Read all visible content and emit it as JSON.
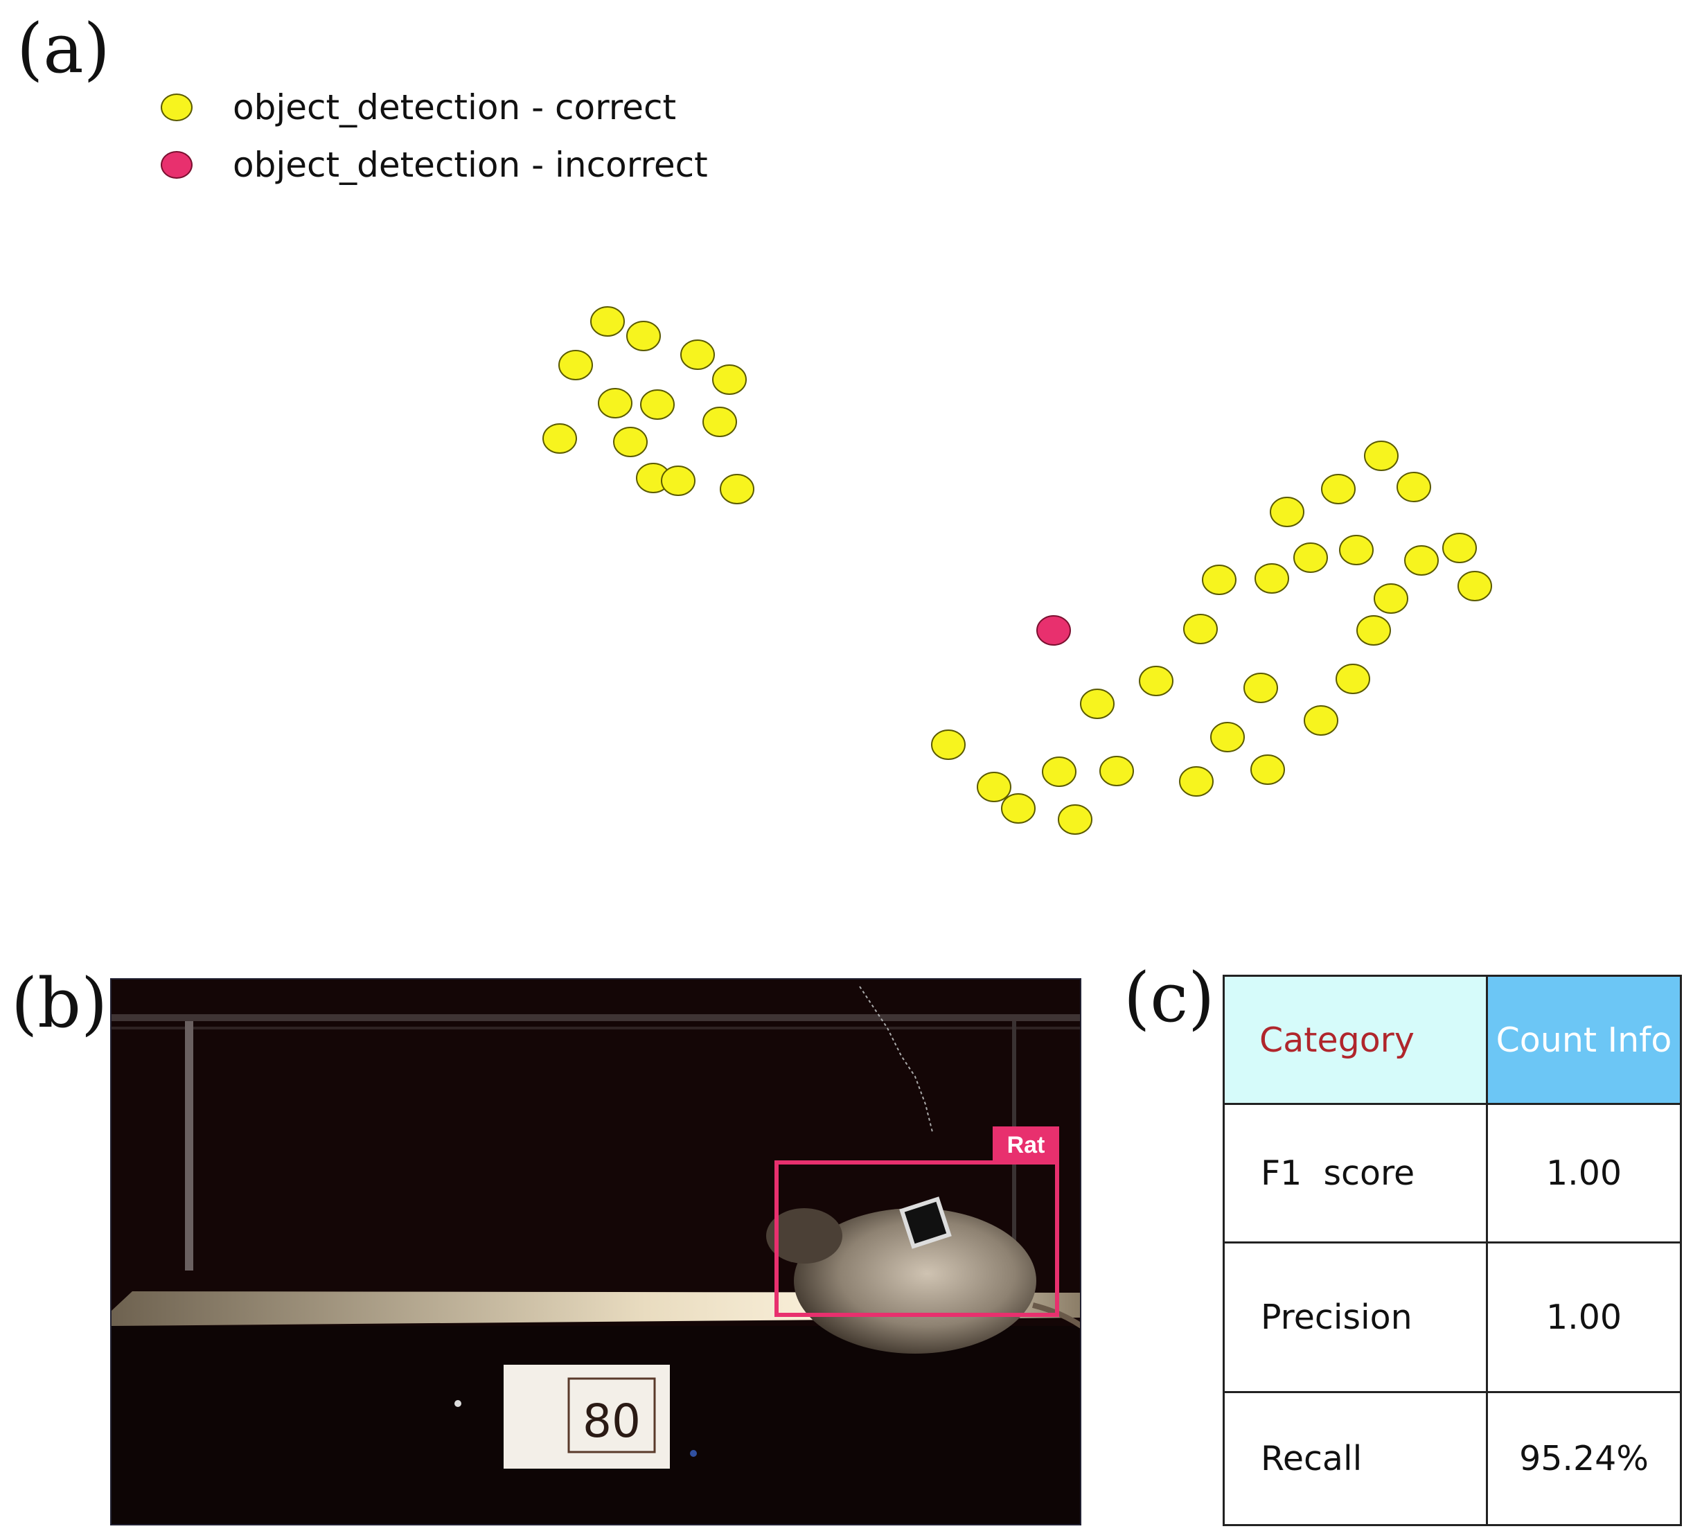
{
  "panels": {
    "a": "(a)",
    "b": "(b)",
    "c": "(c)"
  },
  "legend": [
    {
      "label": "object_detection - correct",
      "color": "#f7f41e"
    },
    {
      "label": "object_detection - incorrect",
      "color": "#e8306e"
    }
  ],
  "chart_data": {
    "type": "scatter",
    "title": "",
    "xlabel": "",
    "ylabel": "",
    "grid": false,
    "legend_position": "top-left",
    "series": [
      {
        "name": "object_detection - correct",
        "color": "#f7f41e",
        "points": [
          [
            877,
            464
          ],
          [
            929,
            485
          ],
          [
            831,
            527
          ],
          [
            1007,
            512
          ],
          [
            1053,
            548
          ],
          [
            888,
            582
          ],
          [
            949,
            584
          ],
          [
            1039,
            609
          ],
          [
            808,
            633
          ],
          [
            910,
            638
          ],
          [
            943,
            690
          ],
          [
            979,
            694
          ],
          [
            1064,
            706
          ],
          [
            1994,
            658
          ],
          [
            2041,
            703
          ],
          [
            1932,
            706
          ],
          [
            1858,
            739
          ],
          [
            1892,
            805
          ],
          [
            1958,
            794
          ],
          [
            2052,
            809
          ],
          [
            2107,
            791
          ],
          [
            2129,
            846
          ],
          [
            1760,
            837
          ],
          [
            1836,
            835
          ],
          [
            2008,
            864
          ],
          [
            1983,
            910
          ],
          [
            1733,
            908
          ],
          [
            1669,
            983
          ],
          [
            1820,
            993
          ],
          [
            1953,
            980
          ],
          [
            1584,
            1016
          ],
          [
            1907,
            1040
          ],
          [
            1772,
            1064
          ],
          [
            1369,
            1075
          ],
          [
            1435,
            1136
          ],
          [
            1529,
            1114
          ],
          [
            1612,
            1113
          ],
          [
            1727,
            1128
          ],
          [
            1830,
            1111
          ],
          [
            1470,
            1167
          ],
          [
            1552,
            1183
          ]
        ]
      },
      {
        "name": "object_detection - incorrect",
        "color": "#e8306e",
        "points": [
          [
            1521,
            910
          ]
        ]
      }
    ]
  },
  "photo": {
    "detection_label": "Rat",
    "box_color": "#e8306e",
    "sign_number": "80"
  },
  "table": {
    "headers": [
      "Category",
      "Count Info"
    ],
    "rows": [
      {
        "name": "F1  score",
        "value": "1.00"
      },
      {
        "name": "Precision",
        "value": "1.00"
      },
      {
        "name": "Recall",
        "value": "95.24%"
      }
    ]
  }
}
